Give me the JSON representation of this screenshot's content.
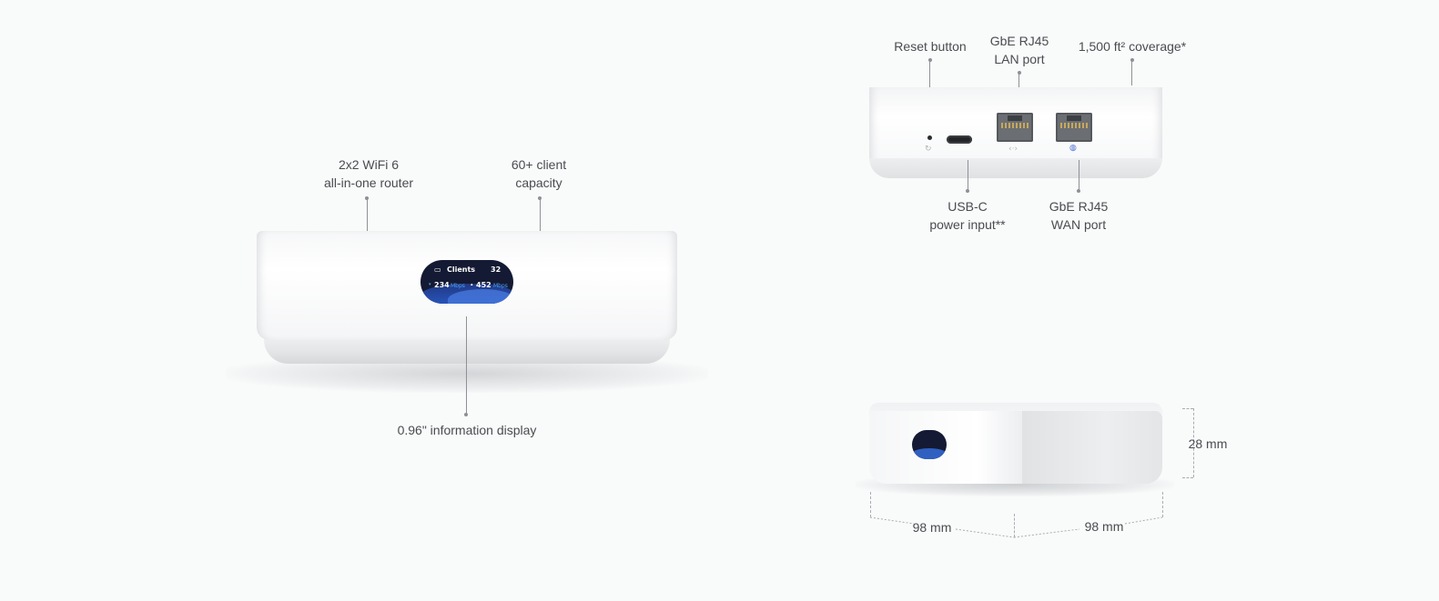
{
  "front_view": {
    "callouts": {
      "wifi": [
        "2x2 WiFi 6",
        "all-in-one router"
      ],
      "clients": [
        "60+ client",
        "capacity"
      ],
      "display": "0.96\" information display"
    },
    "screen": {
      "title": "Clients",
      "count": "32",
      "down_value": "234",
      "up_value": "452",
      "unit": "Mbps"
    }
  },
  "back_view": {
    "callouts": {
      "reset": "Reset button",
      "lan": [
        "GbE RJ45",
        "LAN port"
      ],
      "coverage": "1,500 ft² coverage*",
      "usbc": [
        "USB-C",
        "power input**"
      ],
      "wan": [
        "GbE RJ45",
        "WAN port"
      ]
    },
    "icons": [
      "reset-icon",
      "lan-arrows-icon",
      "globe-icon"
    ]
  },
  "dimensions": {
    "height": "28 mm",
    "width": "98 mm",
    "depth": "98 mm"
  },
  "colors": {
    "background": "#f9fafa",
    "callout_line": "#8d9196",
    "display_bg": "#141a33",
    "accent_blue": "#4aa3ff"
  }
}
